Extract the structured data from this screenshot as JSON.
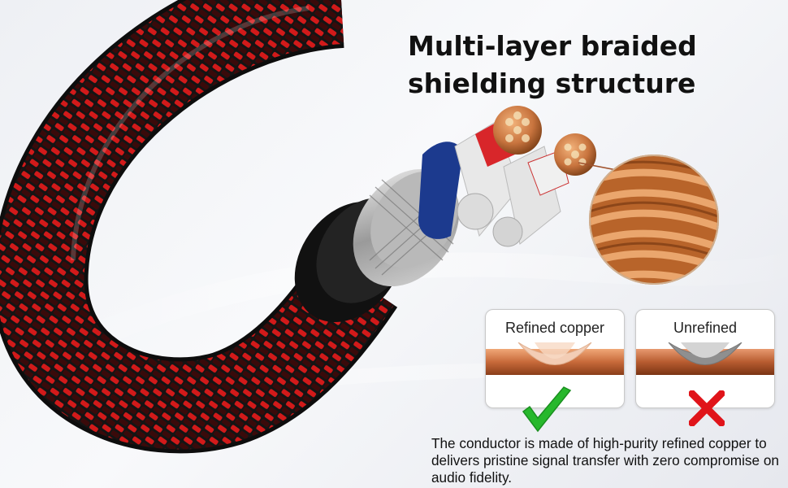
{
  "headline": {
    "line1": "Multi-layer braided",
    "line2": "shielding structure"
  },
  "comparison": {
    "refined": {
      "label": "Refined copper",
      "verdict_icon": "green-checkmark-icon"
    },
    "unrefined": {
      "label": "Unrefined",
      "verdict_icon": "red-x-icon"
    }
  },
  "caption": "The conductor is made of high-purity refined copper to delivers pristine signal transfer with zero compromise on audio fidelity.",
  "colors": {
    "braid_red": "#d21a1a",
    "braid_black": "#141414",
    "copper": "#c8743e",
    "check_green": "#27b82c",
    "x_red": "#e0141a"
  }
}
